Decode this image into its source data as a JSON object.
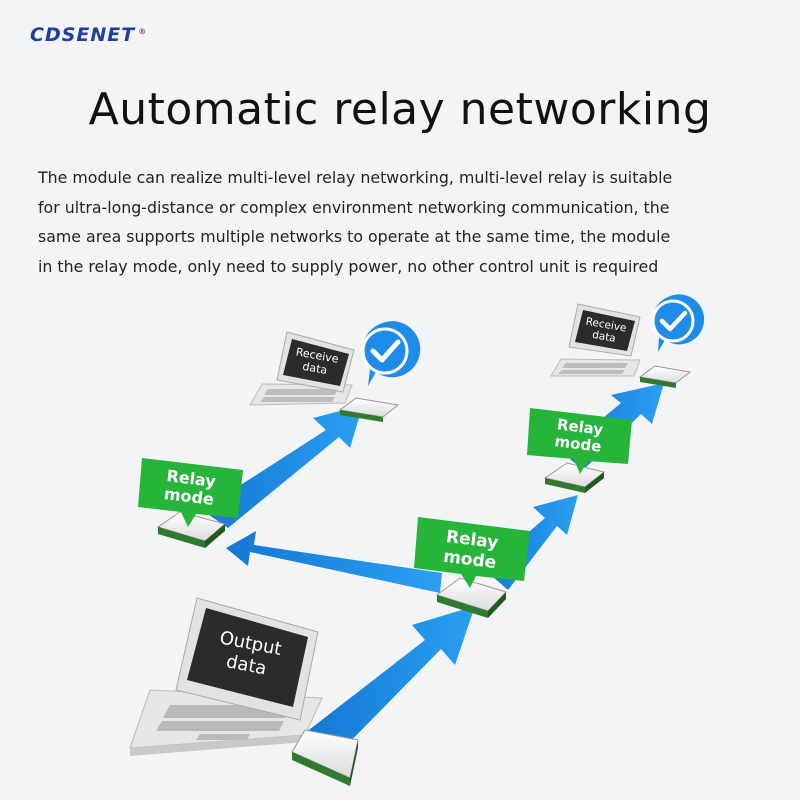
{
  "brand": {
    "name": "CDSENET",
    "trademark": "®"
  },
  "title": "Automatic relay networking",
  "description": {
    "lines": [
      "The module can realize multi-level relay networking, multi-level relay is suitable",
      "for ultra-long-distance or complex environment networking communication, the",
      "same area supports multiple networks to operate at the same time, the module",
      "in the relay mode, only need to supply power, no other control unit is required"
    ]
  },
  "diagram": {
    "source_laptop": {
      "screen_line1": "Output",
      "screen_line2": "data"
    },
    "relay_label": {
      "line1": "Relay",
      "line2": "mode"
    },
    "receiver_left": {
      "screen_line1": "Receive",
      "screen_line2": "data"
    },
    "receiver_right": {
      "screen_line1": "Receive",
      "screen_line2": "data"
    },
    "colors": {
      "arrow": "#1e8ce8",
      "relay_green": "#27b43a",
      "check_blue": "#1e8ce8",
      "laptop_screen": "#2b2b2b"
    }
  }
}
